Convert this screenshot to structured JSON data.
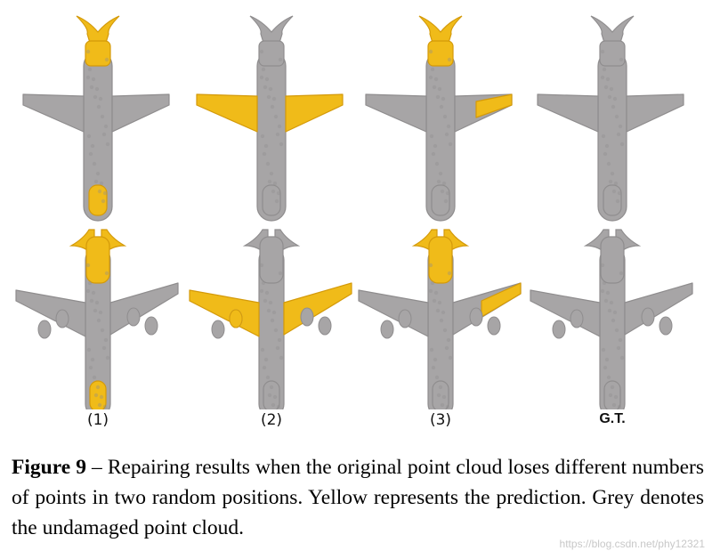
{
  "figure": {
    "column_labels": [
      "(1)",
      "(2)",
      "(3)",
      "G.T."
    ],
    "colors": {
      "grey": "#a7a5a6",
      "grey_dark": "#8f8d8e",
      "yellow": "#f0bb19",
      "yellow_dark": "#d49a0a"
    },
    "panels": [
      {
        "row": 1,
        "col": 1,
        "predicted_parts": [
          "tail",
          "nose"
        ]
      },
      {
        "row": 1,
        "col": 2,
        "predicted_parts": [
          "left-wing",
          "right-wing"
        ]
      },
      {
        "row": 1,
        "col": 3,
        "predicted_parts": [
          "tail",
          "right-wing-tip"
        ]
      },
      {
        "row": 1,
        "col": 4,
        "predicted_parts": []
      },
      {
        "row": 2,
        "col": 1,
        "predicted_parts": [
          "tail",
          "nose"
        ]
      },
      {
        "row": 2,
        "col": 2,
        "predicted_parts": [
          "left-wing",
          "right-wing"
        ]
      },
      {
        "row": 2,
        "col": 3,
        "predicted_parts": [
          "tail",
          "right-wing-tip"
        ]
      },
      {
        "row": 2,
        "col": 4,
        "predicted_parts": []
      }
    ]
  },
  "caption": {
    "label": "Figure 9",
    "text": " – Repairing results when the original point cloud loses different numbers of points in two random positions.  Yellow represents the prediction. Grey denotes the undamaged point cloud."
  },
  "watermark": "https://blog.csdn.net/phy12321"
}
